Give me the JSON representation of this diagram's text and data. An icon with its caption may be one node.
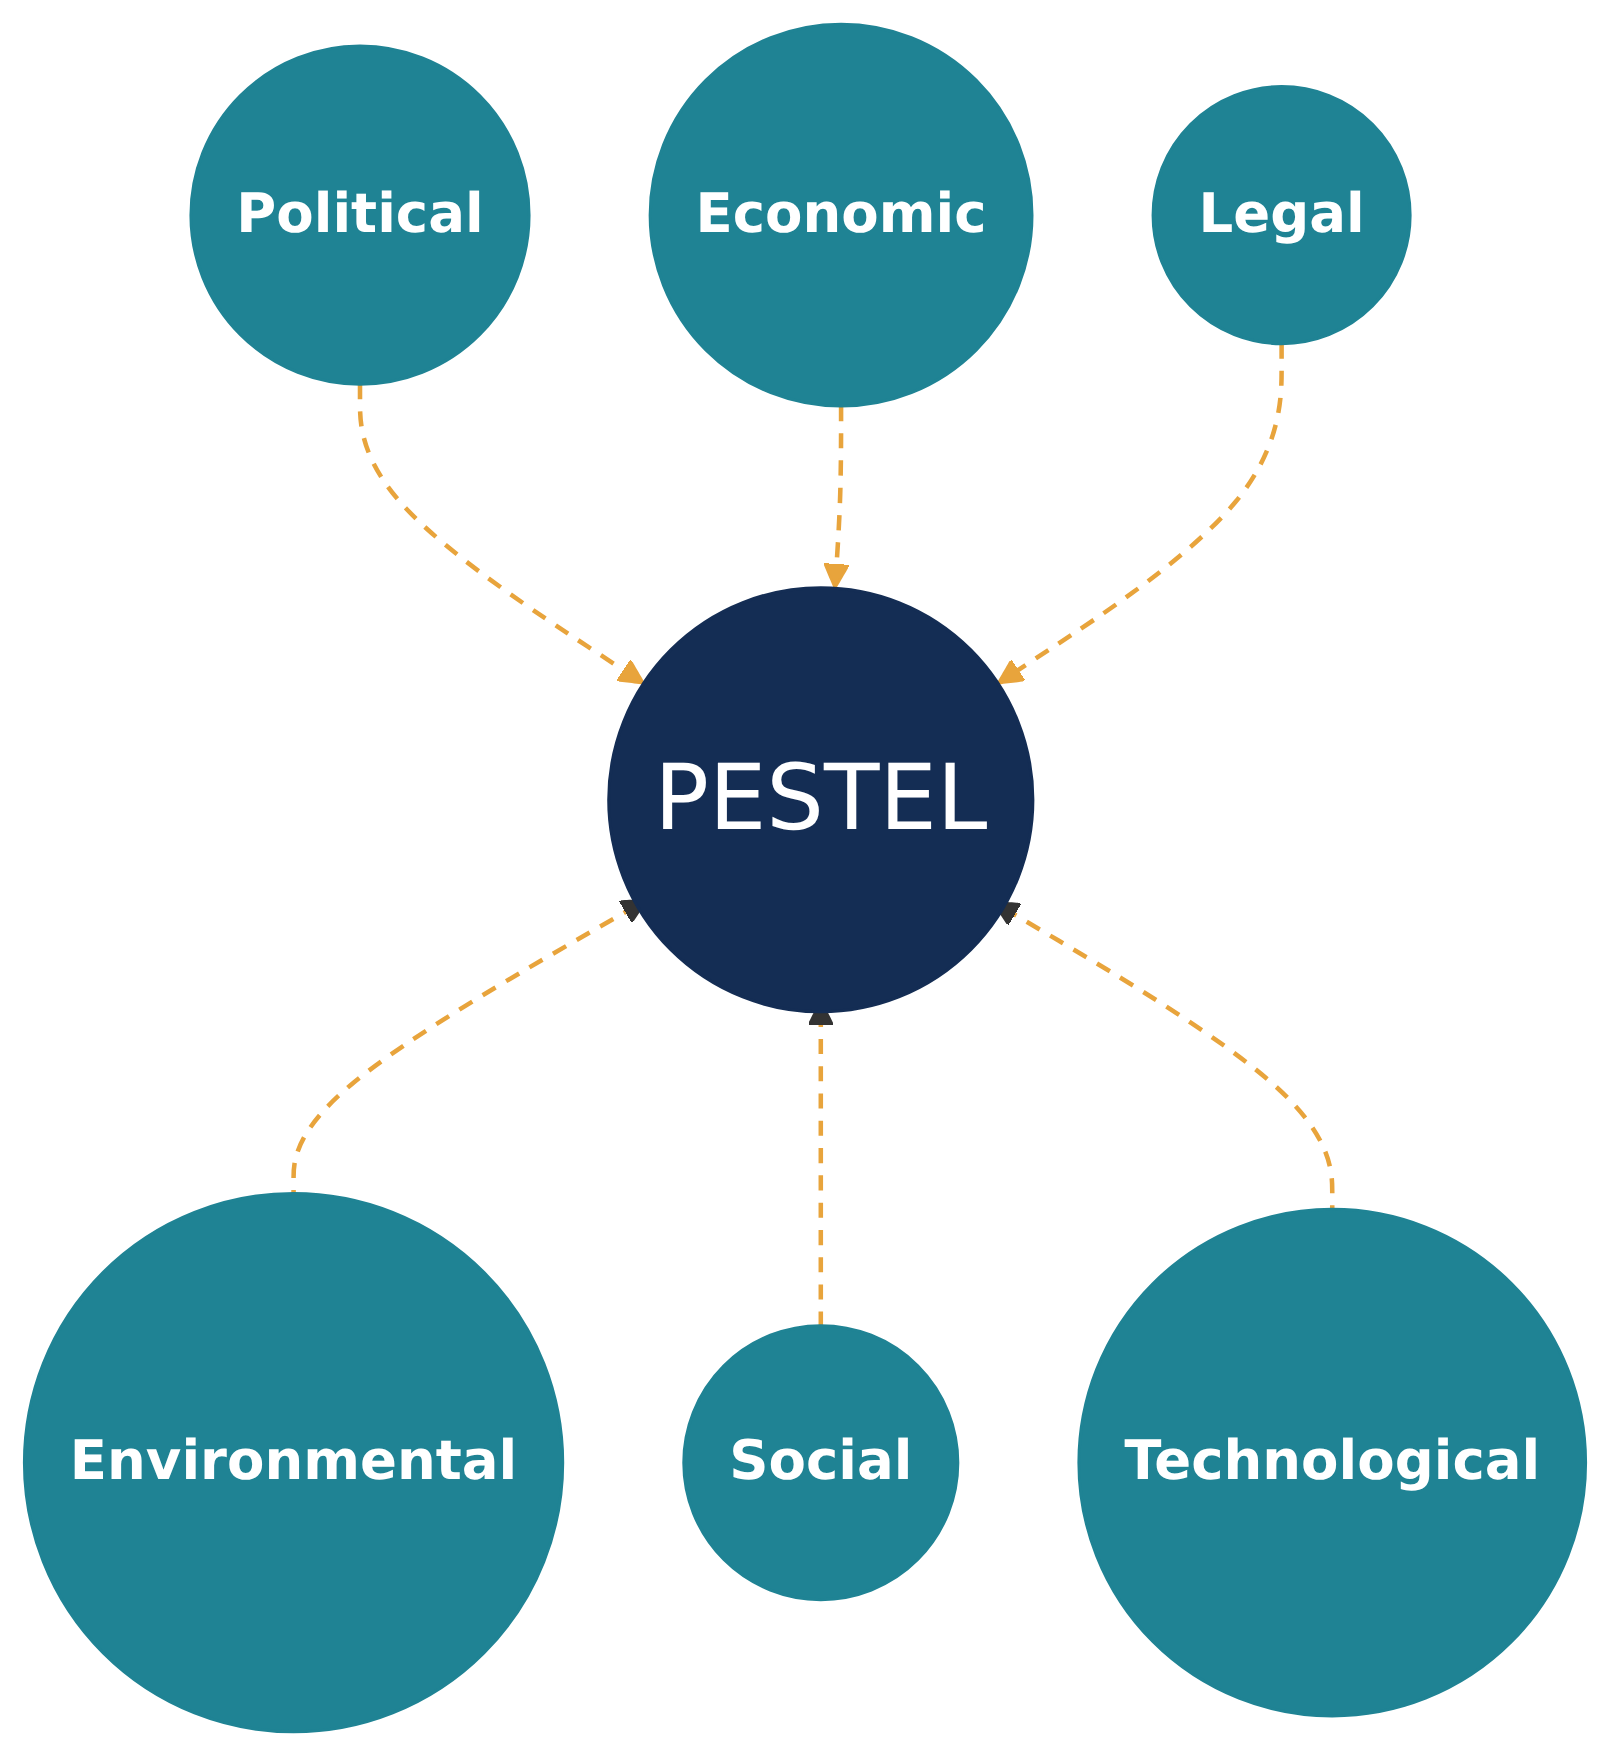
{
  "diagram": {
    "nodes": [
      {
        "text": [
          "Political"
        ]
      },
      {
        "text": [
          "Economic"
        ]
      },
      {
        "text": [
          "Legal"
        ]
      },
      {
        "text": [
          "PESTEL"
        ]
      },
      {
        "text": [
          "Environmental"
        ]
      },
      {
        "text": [
          "Social"
        ]
      },
      {
        "text": [
          "Technological"
        ]
      }
    ],
    "edges": [
      {
        "from": 0,
        "to": 3,
        "arrow": "to",
        "style": "dashed",
        "color": "#e8a43c"
      },
      {
        "from": 1,
        "to": 3,
        "arrow": "to",
        "style": "dashed",
        "color": "#e8a43c"
      },
      {
        "from": 2,
        "to": 3,
        "arrow": "to",
        "style": "dashed",
        "color": "#e8a43c"
      },
      {
        "from": 4,
        "to": 3,
        "arrow": "to",
        "style": "dashed",
        "color": "#e8a43c"
      },
      {
        "from": 5,
        "to": 3,
        "arrow": "to",
        "style": "dashed",
        "color": "#e8a43c"
      },
      {
        "from": 6,
        "to": 3,
        "arrow": "to",
        "style": "dashed",
        "color": "#e8a43c"
      }
    ]
  }
}
